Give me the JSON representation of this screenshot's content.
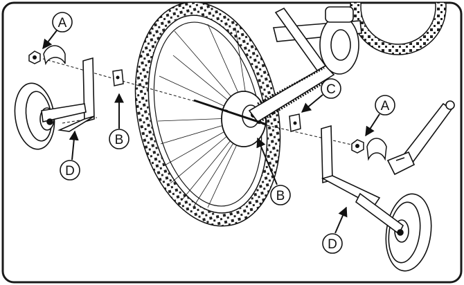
{
  "diagram": {
    "colors": {
      "ink": "#111111",
      "paper": "#ffffff",
      "frame": "#1a1a1a"
    },
    "callouts": [
      {
        "id": "a-left",
        "letter": "A"
      },
      {
        "id": "a-right",
        "letter": "A"
      },
      {
        "id": "b-left",
        "letter": "B"
      },
      {
        "id": "b-center",
        "letter": "B"
      },
      {
        "id": "c-right",
        "letter": "C"
      },
      {
        "id": "d-left",
        "letter": "D"
      },
      {
        "id": "d-right",
        "letter": "D"
      }
    ],
    "parts": {
      "nut": "hex-nut",
      "curved_washer": "curved-washer",
      "square_washer": "square-washer",
      "bracket": "bracket",
      "training_wheel": "training-wheel-assembly",
      "wrench": "adjustable-wrench",
      "bike_wheel": "rear-bicycle-wheel"
    }
  }
}
